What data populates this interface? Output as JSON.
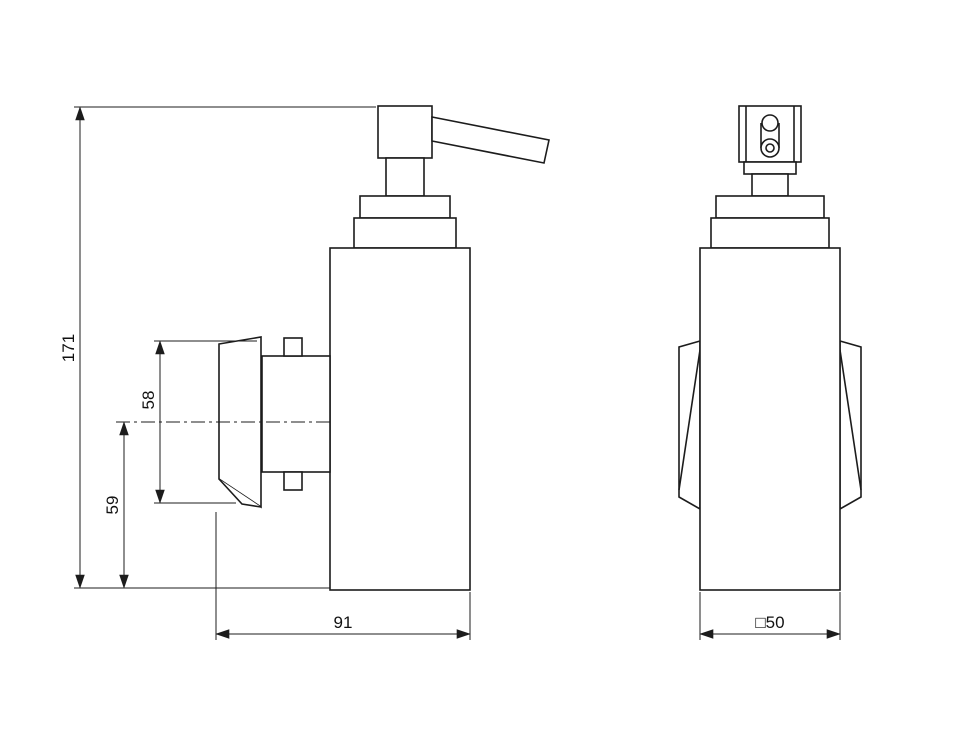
{
  "drawing": {
    "dimensions": {
      "total_height": "171",
      "bracket_height": "58",
      "center_to_bottom": "59",
      "depth": "91",
      "width": "□50"
    }
  }
}
